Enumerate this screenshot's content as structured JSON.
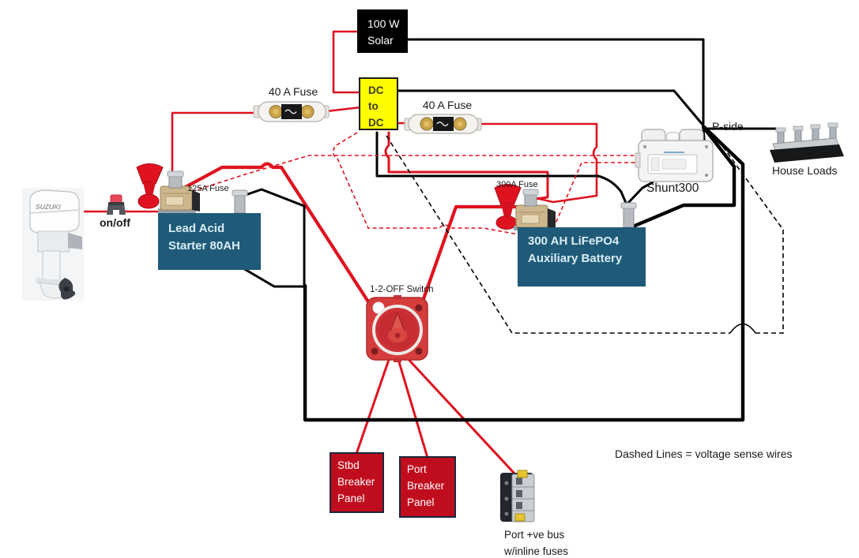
{
  "legend": {
    "text": "Dashed Lines = voltage sense wires"
  },
  "components": {
    "outboard_motor": {
      "brand": "SUZUKI"
    },
    "onoff_switch": {
      "label": "on/off"
    },
    "fuse_125a": {
      "label": "125A Fuse"
    },
    "starter_battery": {
      "label": "Lead Acid\nStarter 80AH"
    },
    "solar_panel": {
      "label": "100 W\nSolar"
    },
    "dc_to_dc": {
      "label": "DC\nto\nDC"
    },
    "fuse_40a_left": {
      "label": "40 A Fuse"
    },
    "fuse_40a_right": {
      "label": "40 A Fuse"
    },
    "fuse_300a": {
      "label": "300A Fuse"
    },
    "aux_battery": {
      "label": "300 AH LiFePO4\nAuxiliary Battery"
    },
    "shunt": {
      "label": "Shunt300"
    },
    "p_side": {
      "label": "P-side"
    },
    "house_loads": {
      "label": "House Loads"
    },
    "battery_switch": {
      "label": "1-2-OFF Switch"
    },
    "stbd_breaker_panel": {
      "label": "Stbd\nBreaker\nPanel"
    },
    "port_breaker_panel": {
      "label": "Port\nBreaker\nPanel"
    },
    "port_positive_bus": {
      "label": "Port +ve bus\nw/inline fuses"
    }
  },
  "colors": {
    "positive_wire": "#e0121f",
    "negative_wire": "#000000",
    "battery_box": "#1f5b78",
    "breaker_panel": "#c00d1e",
    "dc_to_dc_box": "#fdfd00",
    "solar_box": "#000000"
  }
}
